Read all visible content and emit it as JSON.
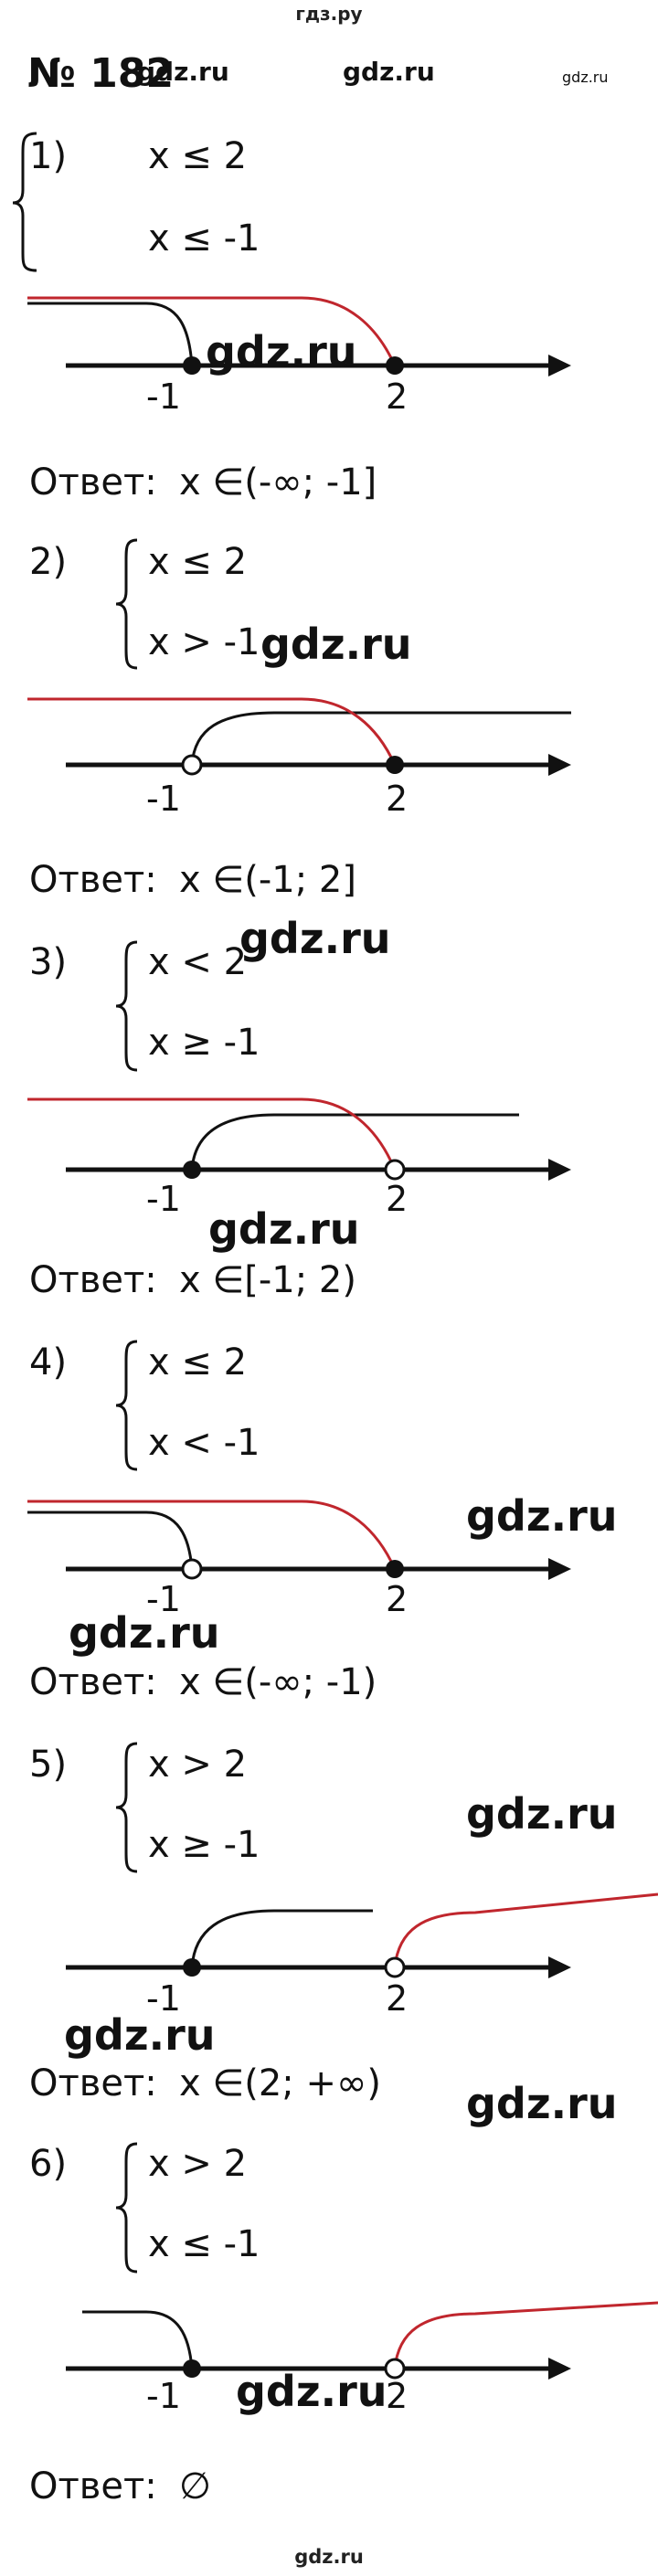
{
  "header": {
    "site": "гдз.ру",
    "problem_number": "№ 182"
  },
  "footer": {
    "site": "gdz.ru"
  },
  "watermark": "gdz.ru",
  "answer_label": "Ответ:",
  "axis_ticks": {
    "left": "-1",
    "right": "2"
  },
  "colors": {
    "ink": "#111111",
    "red": "#c0262d"
  },
  "tasks": [
    {
      "label": "1)",
      "c1": "x ≤ 2",
      "c2": "x ≤ -1",
      "answer": "x ∈(-∞; -1]"
    },
    {
      "label": "2)",
      "c1": "x ≤ 2",
      "c2": "x > -1",
      "answer": "x ∈(-1; 2]"
    },
    {
      "label": "3)",
      "c1": "x < 2",
      "c2": "x ≥ -1",
      "answer": "x ∈[-1; 2)"
    },
    {
      "label": "4)",
      "c1": "x ≤ 2",
      "c2": "x < -1",
      "answer": "x ∈(-∞; -1)"
    },
    {
      "label": "5)",
      "c1": "x > 2",
      "c2": "x ≥ -1",
      "answer": "x ∈(2; +∞)"
    },
    {
      "label": "6)",
      "c1": "x > 2",
      "c2": "x ≤ -1",
      "answer": "∅"
    }
  ]
}
